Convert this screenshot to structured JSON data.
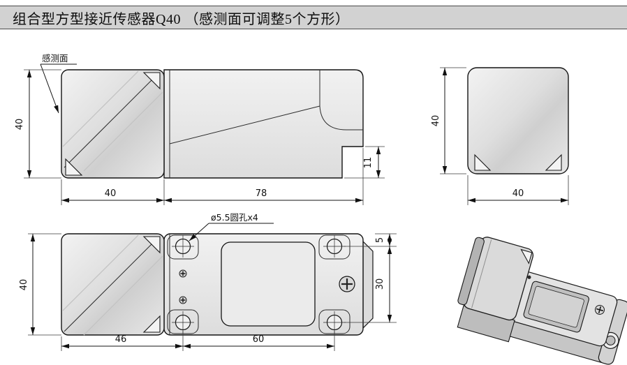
{
  "title": "组合型方型接近传感器Q40 （感测面可调整5个方形）",
  "side_view": {
    "face_label": "感测面",
    "dim_height": "40",
    "dim_head_length": "40",
    "dim_body_length": "78",
    "dim_step_height": "11"
  },
  "front_view": {
    "dim_height": "40",
    "dim_width": "40"
  },
  "top_view": {
    "hole_note": "ø5.5圆孔x4",
    "dim_width": "40",
    "dim_head_length": "46",
    "dim_hole_pitch": "60",
    "dim_hole_offset": "5",
    "dim_hole_pitch_v": "30"
  },
  "colors": {
    "titlebar_bg": "#d2d2d2",
    "line": "#141414",
    "metal_light": "#efefef",
    "metal_mid": "#dcdcdc",
    "metal_dark": "#bfbfbf"
  }
}
